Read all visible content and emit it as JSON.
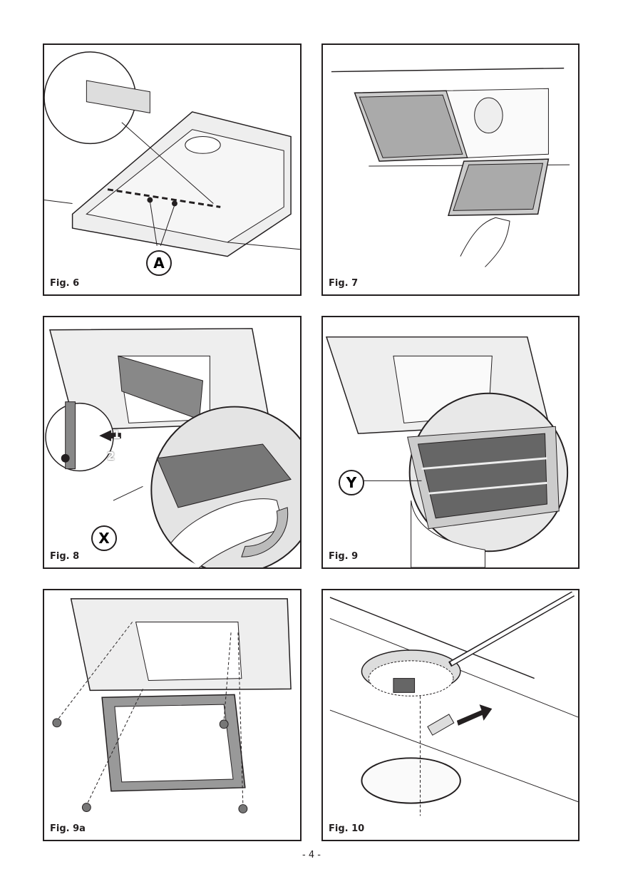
{
  "figures": [
    {
      "caption": "Fig. 6",
      "labels": [
        "A"
      ]
    },
    {
      "caption": "Fig. 7",
      "labels": []
    },
    {
      "caption": "Fig. 8",
      "labels": [
        "X",
        "1",
        "2"
      ]
    },
    {
      "caption": "Fig. 9",
      "labels": [
        "Y"
      ]
    },
    {
      "caption": "Fig. 9a",
      "labels": []
    },
    {
      "caption": "Fig. 10",
      "labels": []
    }
  ],
  "page_number": "- 4 -"
}
